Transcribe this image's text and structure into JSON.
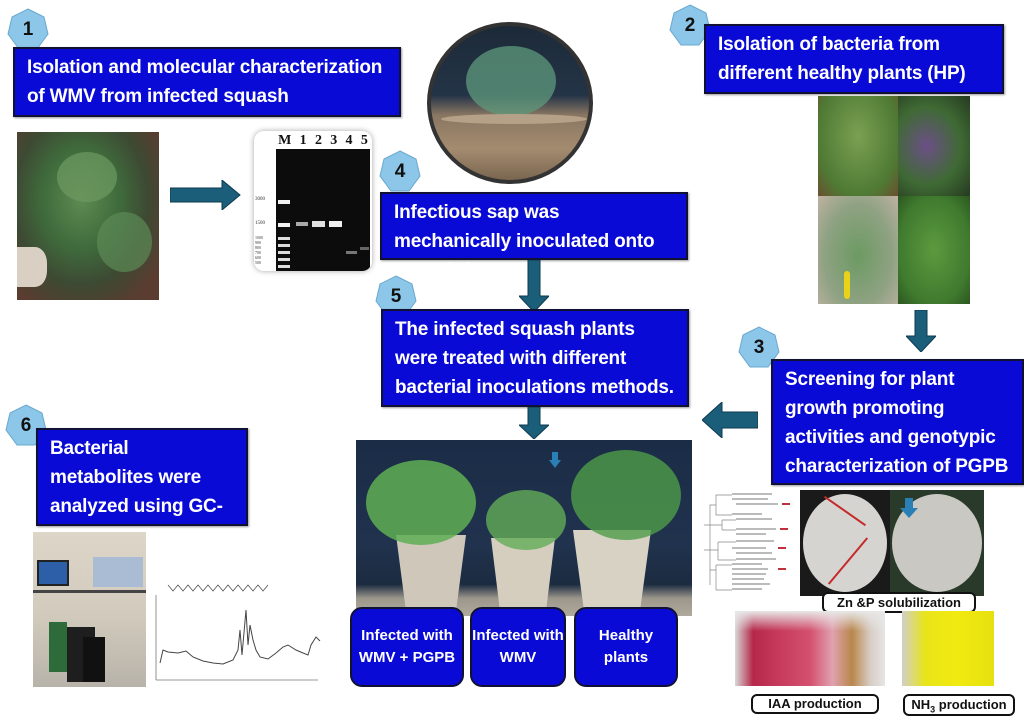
{
  "steps": [
    {
      "number": "1",
      "text": "Isolation  and molecular characterization of WMV from infected squash"
    },
    {
      "number": "2",
      "text": "Isolation of bacteria from different healthy plants (HP)"
    },
    {
      "number": "3",
      "text": "Screening for plant growth promoting activities and genotypic characterization of PGPB"
    },
    {
      "number": "4",
      "text": "Infectious sap was mechanically inoculated onto squash leaves"
    },
    {
      "number": "5",
      "text": "The infected squash plants were treated with different bacterial inoculations methods."
    },
    {
      "number": "6",
      "text": "Bacterial metabolites were analyzed using GC-mass spectra"
    }
  ],
  "gel": {
    "lanes": [
      "M",
      "1",
      "2",
      "3",
      "4",
      "5"
    ],
    "markers": [
      "3000",
      "1500",
      "1000",
      "900",
      "800",
      "700",
      "600",
      "500"
    ]
  },
  "treatments": [
    {
      "label": "Infected with WMV + PGPB"
    },
    {
      "label": "Infected with WMV"
    },
    {
      "label": "Healthy plants"
    }
  ],
  "assays": {
    "zn_p": "Zn &P solubilization",
    "iaa": "IAA production",
    "nh3_prefix": "NH",
    "nh3_sub": "3",
    "nh3_suffix": " production"
  },
  "colors": {
    "box_fill": "#0a0ad6",
    "arrow": "#1b5e7a",
    "badge": "#8cc6e8"
  }
}
